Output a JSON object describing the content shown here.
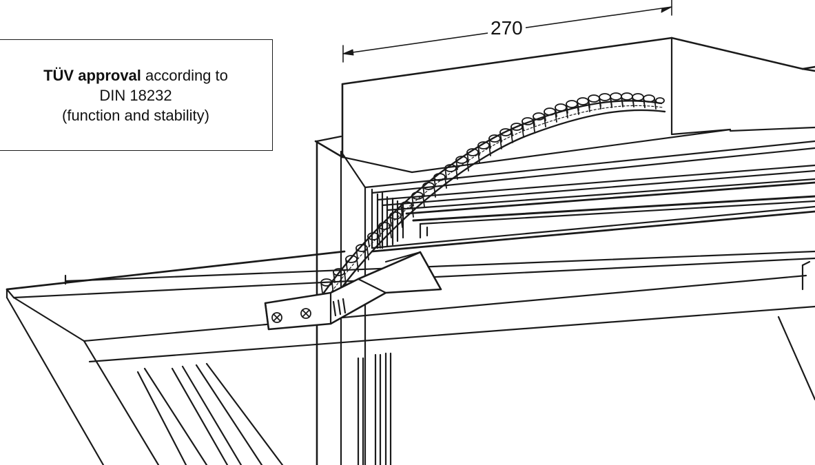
{
  "annotation": {
    "bold_text": "TÜV approval",
    "rest_text": "according to",
    "line2": "DIN 18232",
    "line3": "(function and stability)"
  },
  "dimension": {
    "label": "270"
  },
  "colors": {
    "line": "#1a1a1a",
    "background": "#ffffff"
  }
}
